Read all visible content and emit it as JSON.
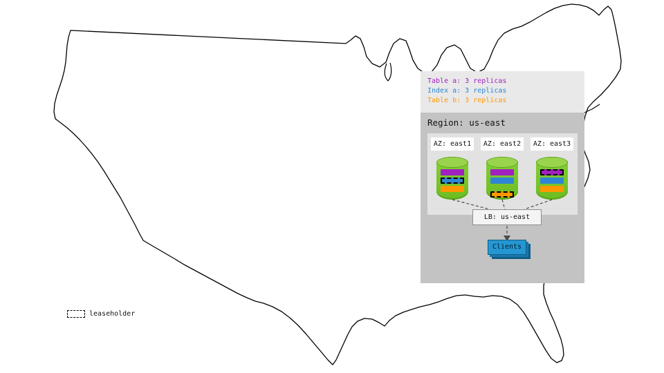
{
  "legend": {
    "items": [
      {
        "name": "table-a",
        "label": "Table a: 3 replicas",
        "color": "#a020c0"
      },
      {
        "name": "index-a",
        "label": "Index a: 3 replicas",
        "color": "#2e86d4"
      },
      {
        "name": "table-b",
        "label": "Table b: 3 replicas",
        "color": "#ff9800"
      }
    ]
  },
  "region": {
    "title": "Region: us-east",
    "azs": [
      {
        "label": "AZ: east1",
        "replicas": [
          {
            "name": "table-a",
            "leaseholder": false
          },
          {
            "name": "index-a",
            "leaseholder": true
          },
          {
            "name": "table-b",
            "leaseholder": false
          }
        ]
      },
      {
        "label": "AZ: east2",
        "replicas": [
          {
            "name": "table-a",
            "leaseholder": false
          },
          {
            "name": "index-a",
            "leaseholder": false
          },
          {
            "name": "table-b",
            "leaseholder": true
          }
        ]
      },
      {
        "label": "AZ: east3",
        "replicas": [
          {
            "name": "table-a",
            "leaseholder": true
          },
          {
            "name": "index-a",
            "leaseholder": false
          },
          {
            "name": "table-b",
            "leaseholder": false
          }
        ]
      }
    ],
    "load_balancer": {
      "label": "LB: us-east"
    },
    "clients": {
      "label": "Clients",
      "color": "#2596d1"
    }
  },
  "map_legend": {
    "label": "leaseholder"
  },
  "colors": {
    "table_a": "#a020c0",
    "index_a": "#2e86d4",
    "table_b": "#ff9800",
    "cylinder_body": "#76c32a",
    "cylinder_top": "#9ad44d",
    "legend_panel_bg": "#e9e9e9",
    "region_panel_bg": "#c3c3c3",
    "az_strip_bg": "#e2e2e2",
    "clients_stack": [
      "#2596d1",
      "#1878ad",
      "#115c86"
    ]
  }
}
